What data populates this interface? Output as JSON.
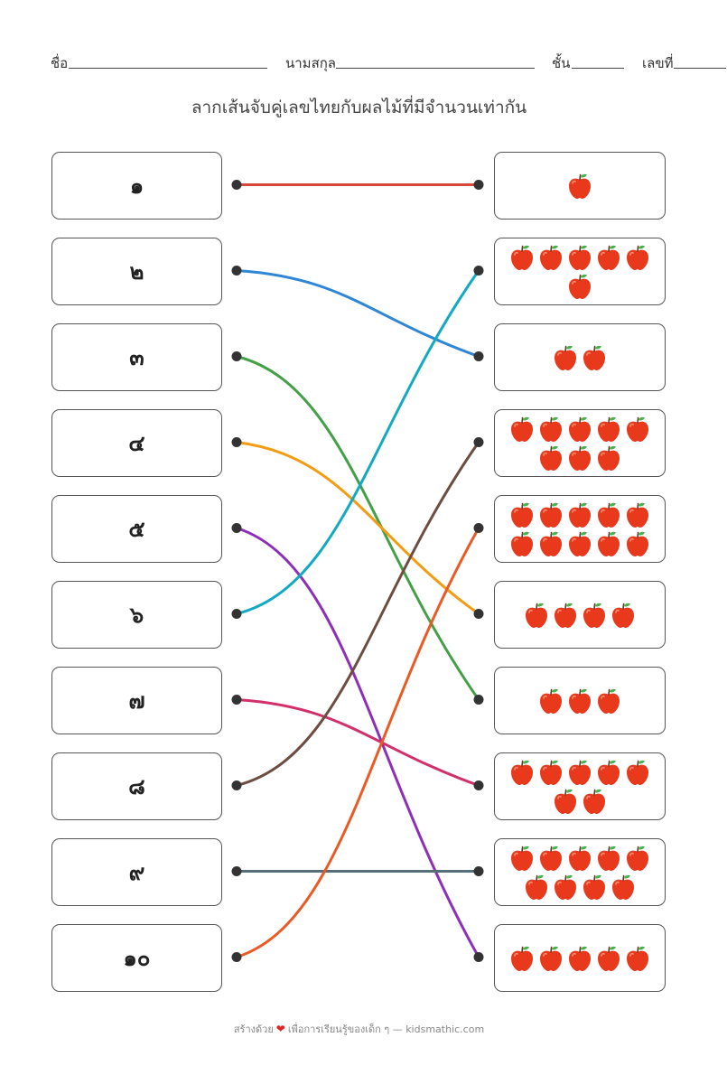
{
  "header": {
    "name_label": "ชื่อ",
    "surname_label": "นามสกุล",
    "class_label": "ชั้น",
    "number_label": "เลขที่"
  },
  "title": "ลากเส้นจับคู่เลขไทยกับผลไม้ที่มีจำนวนเท่ากัน",
  "numbers": [
    "๑",
    "๒",
    "๓",
    "๔",
    "๕",
    "๖",
    "๗",
    "๘",
    "๙",
    "๑๐"
  ],
  "apple_counts": [
    1,
    6,
    2,
    8,
    10,
    4,
    3,
    7,
    9,
    5
  ],
  "fruit_icon": "apple-icon",
  "matches": [
    {
      "from": 0,
      "to": 0,
      "color": "#d9473b"
    },
    {
      "from": 1,
      "to": 2,
      "color": "#2e86d6"
    },
    {
      "from": 2,
      "to": 6,
      "color": "#43a047"
    },
    {
      "from": 3,
      "to": 5,
      "color": "#f39c12"
    },
    {
      "from": 4,
      "to": 9,
      "color": "#8e2fb8"
    },
    {
      "from": 5,
      "to": 1,
      "color": "#12a9c2"
    },
    {
      "from": 6,
      "to": 7,
      "color": "#d1306a"
    },
    {
      "from": 7,
      "to": 3,
      "color": "#6d4c41"
    },
    {
      "from": 8,
      "to": 8,
      "color": "#546e7a"
    },
    {
      "from": 9,
      "to": 4,
      "color": "#ea5a24"
    }
  ],
  "footer": {
    "prefix": "สร้างด้วย",
    "heart": "❤",
    "suffix": "เพื่อการเรียนรู้ของเด็ก ๆ — kidsmathic.com"
  }
}
